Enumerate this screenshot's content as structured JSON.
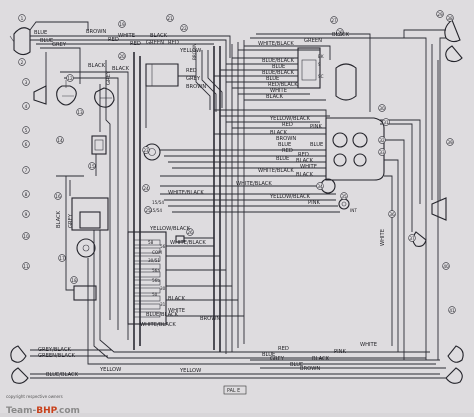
{
  "watermark": {
    "team": "Team-",
    "bhp": "BHP",
    "dotcom": ".com",
    "copyright": "copyright respective owners"
  },
  "figure_tag": "PAL E",
  "wire_labels": [
    "BLUE",
    "BLUE",
    "GREY",
    "BROWN",
    "WHITE",
    "BLACK",
    "RED",
    "RED",
    "BLACK",
    "GREY",
    "GREEN",
    "RED",
    "YELLOW",
    "BLACK",
    "BROWN",
    "WHITE/BLACK",
    "GREEN",
    "BLACK",
    "RED",
    "GREY",
    "BROWN",
    "BLUE/BLACK",
    "BLUE",
    "BLUE/BLACK",
    "BLUE",
    "RED/BLACK",
    "WHITE",
    "BLACK",
    "YELLOW/BLACK",
    "PINK",
    "RED",
    "BLACK",
    "BROWN",
    "BLUE",
    "BLUE",
    "RED",
    "RED",
    "BLACK",
    "BLUE",
    "WHITE",
    "WHITE/BLACK",
    "BLACK",
    "WHITE/BLACK",
    "WHITE/BLACK",
    "YELLOW/BLACK",
    "PINK",
    "YELLOW/BLACK",
    "GREY",
    "WHITE/BLACK",
    "BLACK",
    "BLACK",
    "WHITE",
    "GREY/BLACK",
    "GREEN/BLACK",
    "YELLOW",
    "BLUE/BLACK",
    "BLUE",
    "PINK",
    "GREY",
    "BROWN",
    "BLUE",
    "RED",
    "YELLOW",
    "BLACK",
    "WHITE",
    "WHITE",
    "BROWN",
    "BLUE/BLACK",
    "WHITE/BLACK"
  ],
  "terminal_labels": [
    "15/54",
    "15/54",
    "30/51",
    "30",
    "31",
    "50",
    "56",
    "56a",
    "56b",
    "58",
    "COM",
    "INT",
    "S",
    "BK",
    "SC"
  ],
  "callout_numbers": [
    "1",
    "2",
    "3",
    "4",
    "5",
    "6",
    "7",
    "8",
    "9",
    "10",
    "11",
    "12",
    "13",
    "14",
    "15",
    "16",
    "17",
    "18",
    "19",
    "20",
    "21",
    "22",
    "23",
    "24",
    "25",
    "26",
    "27",
    "28",
    "29",
    "30",
    "31",
    "32",
    "33",
    "34",
    "35",
    "36",
    "37",
    "38",
    "39",
    "40",
    "41"
  ]
}
